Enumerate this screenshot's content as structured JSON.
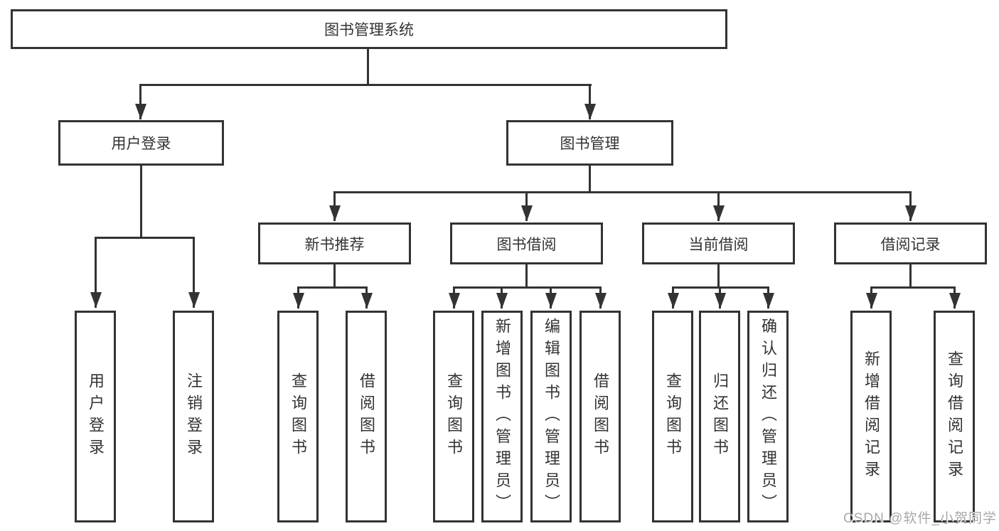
{
  "nodes": {
    "root": "图书管理系统",
    "level2": [
      "用户登录",
      "图书管理"
    ],
    "level3": [
      "新书推荐",
      "图书借阅",
      "当前借阅",
      "借阅记录"
    ],
    "leaves": [
      "用户登录",
      "注销登录",
      "查询图书",
      "借阅图书",
      "查询图书",
      "新增图书（管理员）",
      "编辑图书（管理员）",
      "借阅图书",
      "查询图书",
      "归还图书",
      "确认归还（管理员）",
      "新增借阅记录",
      "查询借阅记录"
    ]
  },
  "hierarchy": {
    "图书管理系统": [
      "用户登录",
      "图书管理"
    ],
    "用户登录": [
      "用户登录",
      "注销登录"
    ],
    "图书管理": [
      "新书推荐",
      "图书借阅",
      "当前借阅",
      "借阅记录"
    ],
    "新书推荐": [
      "查询图书",
      "借阅图书"
    ],
    "图书借阅": [
      "查询图书",
      "新增图书（管理员）",
      "编辑图书（管理员）",
      "借阅图书"
    ],
    "当前借阅": [
      "查询图书",
      "归还图书",
      "确认归还（管理员）"
    ],
    "借阅记录": [
      "新增借阅记录",
      "查询借阅记录"
    ]
  },
  "watermark": "CSDN @软件_小贺同学",
  "colors": {
    "line": "#333333",
    "text": "#333333",
    "background": "#ffffff",
    "watermark": "#a8a8a8"
  }
}
